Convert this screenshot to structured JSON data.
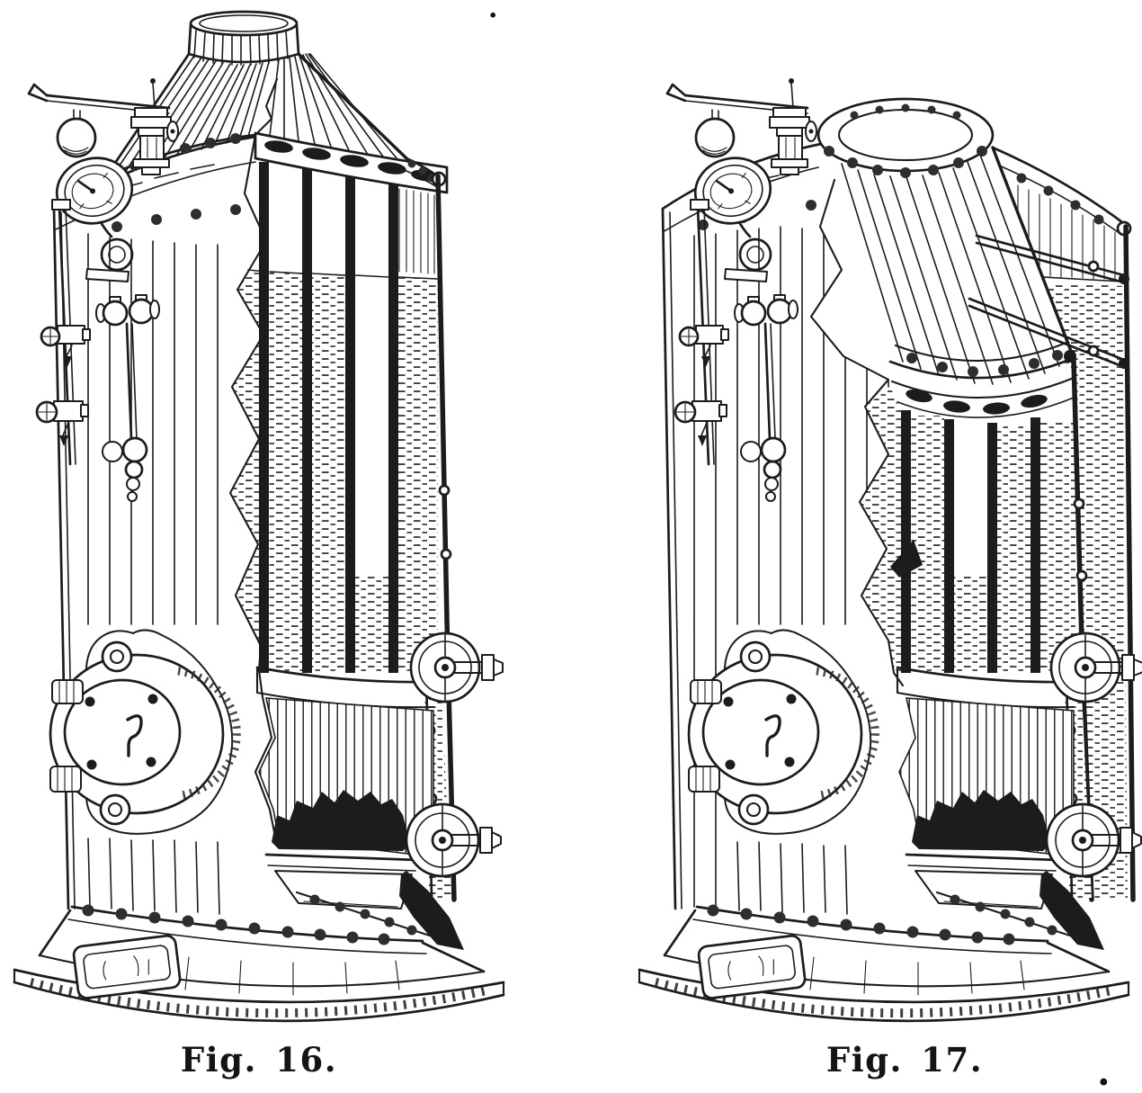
{
  "page": {
    "paper_color": "#ffffff",
    "ink_color": "#1c1c1c",
    "kind": "scanned-book-plate"
  },
  "plate": {
    "figures": [
      {
        "id": "fig16",
        "caption": "Fig. 16.",
        "illustration": "vertical-boiler-cutaway-conical-uptake"
      },
      {
        "id": "fig17",
        "caption": "Fig. 17.",
        "illustration": "vertical-boiler-cutaway-inclined-uptake"
      }
    ],
    "stray_marks": {
      "top_dot": ".",
      "caption_dot": "."
    }
  }
}
